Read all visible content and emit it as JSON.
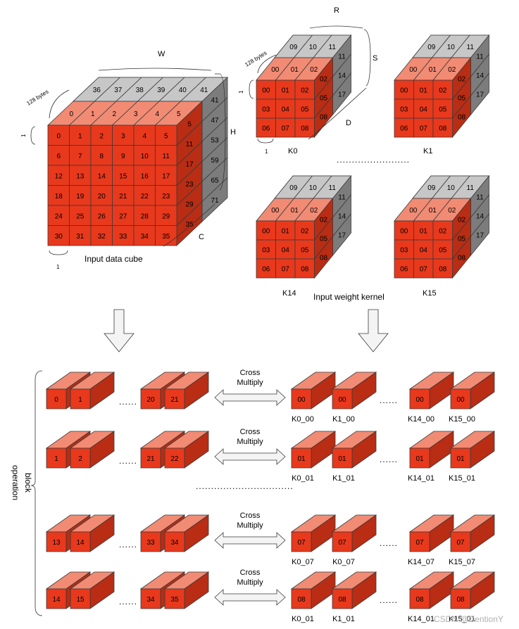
{
  "colors": {
    "face": "#e8391d",
    "top": "#f28b74",
    "side": "#b82d14",
    "grey_top": "#c7c7c7",
    "grey_side": "#7c7c7c",
    "grey_side_dark": "#6b6b6b",
    "edge": "#3a3a3a"
  },
  "input_cube": {
    "caption": "Input data cube",
    "dims": {
      "W": "W",
      "H": "H",
      "C": "C",
      "bytes": "128 bytes",
      "one_left": "1",
      "one_bottom": "1"
    },
    "front": [
      "0",
      "1",
      "2",
      "3",
      "4",
      "5",
      "6",
      "7",
      "8",
      "9",
      "10",
      "11",
      "12",
      "13",
      "14",
      "15",
      "16",
      "17",
      "18",
      "19",
      "20",
      "21",
      "22",
      "23",
      "24",
      "25",
      "26",
      "27",
      "28",
      "29",
      "30",
      "31",
      "32",
      "33",
      "34",
      "35"
    ],
    "top_red": [
      "0",
      "1",
      "2",
      "3",
      "4",
      "5"
    ],
    "top_grey": [
      "36",
      "37",
      "38",
      "39",
      "40",
      "41"
    ],
    "side_red": [
      "5",
      "11",
      "17",
      "23",
      "29",
      "35"
    ],
    "side_grey": [
      "41",
      "47",
      "53",
      "59",
      "65",
      "71"
    ]
  },
  "kernels": {
    "front": [
      "00",
      "01",
      "02",
      "03",
      "04",
      "05",
      "06",
      "07",
      "08"
    ],
    "top_red": [
      "00",
      "01",
      "02"
    ],
    "top_grey": [
      "09",
      "10",
      "11"
    ],
    "side_red": [
      "02",
      "05",
      "08"
    ],
    "side_grey": [
      "11",
      "14",
      "17"
    ],
    "k0_dims": {
      "R": "R",
      "S": "S",
      "D": "D",
      "bytes": "128 bytes",
      "one_left": "1",
      "one_bottom": "1"
    },
    "labels": {
      "k0": "K0",
      "k1": "K1",
      "k14": "K14",
      "k15": "K15"
    },
    "caption": "Input weight kernel",
    "dots": "........................"
  },
  "block_section": {
    "side_label": "block operation",
    "side_label_1": "block",
    "side_label_2": "operation",
    "cross_1": "Cross",
    "cross_2": "Multiply",
    "mid_dots": "................................",
    "row_dots": "......",
    "rows": [
      {
        "left": [
          "0",
          "1",
          "20",
          "21"
        ],
        "right": [
          "00",
          "00",
          "00",
          "00"
        ],
        "labels": [
          "K0_00",
          "K1_00",
          "K14_00",
          "K15_00"
        ]
      },
      {
        "left": [
          "1",
          "2",
          "21",
          "22"
        ],
        "right": [
          "01",
          "01",
          "01",
          "01"
        ],
        "labels": [
          "K0_01",
          "K1_01",
          "K14_01",
          "K15_01"
        ]
      },
      {
        "left": [
          "13",
          "14",
          "33",
          "34"
        ],
        "right": [
          "07",
          "07",
          "07",
          "07"
        ],
        "labels": [
          "K0_07",
          "K0_07",
          "K14_07",
          "K15_07"
        ]
      },
      {
        "left": [
          "14",
          "15",
          "34",
          "35"
        ],
        "right": [
          "08",
          "08",
          "08",
          "08"
        ],
        "labels": [
          "K0_01",
          "K1_01",
          "K14_01",
          "K15_01"
        ]
      }
    ]
  },
  "watermark": "CSDN @DentionY"
}
